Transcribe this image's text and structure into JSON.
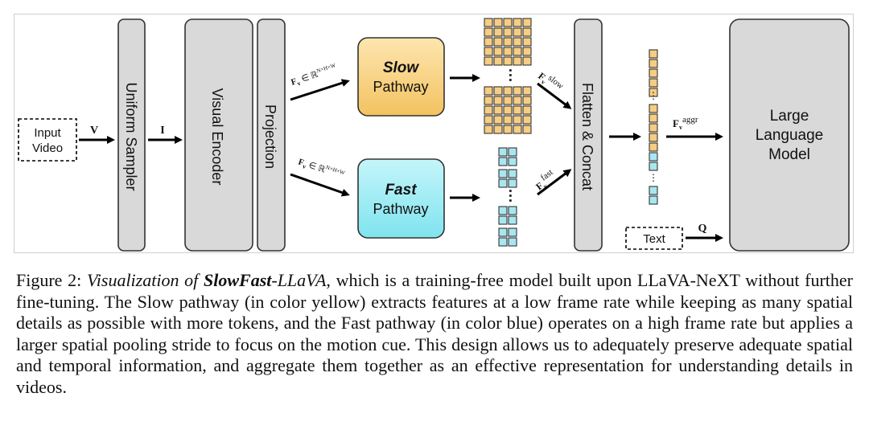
{
  "diagram": {
    "input_video": [
      "Input",
      "Video"
    ],
    "label_v": "V",
    "uniform_sampler": "Uniform Sampler",
    "label_i": "I",
    "visual_encoder": "Visual Encoder",
    "projection": "Projection",
    "fv_upper": "F",
    "fv_sub": "v",
    "fv_upper_rest": "∈ ℝ",
    "fv_upper_sup": "N×H×W",
    "fv_lower_sup": "N×H×W",
    "slow_pathway": {
      "title": "Slow",
      "subtitle": "Pathway",
      "color": "#f5c96a"
    },
    "fast_pathway": {
      "title": "Fast",
      "subtitle": "Pathway",
      "color": "#8eeaf2"
    },
    "f_slow_sup": "slow",
    "f_fast_sup": "fast",
    "flatten_concat": "Flatten & Concat",
    "f_aggr_sup": "aggr",
    "text_box": "Text",
    "label_q": "Q",
    "llm": [
      "Large",
      "Language",
      "Model"
    ],
    "colors": {
      "yellow_token": "#f6cd83",
      "blue_token": "#a9e6ef",
      "block_gray": "#d9d9d9"
    }
  },
  "caption": {
    "prefix": "Figure 2: ",
    "title_a": "Visualization of ",
    "title_b": "Slow",
    "title_c": "Fast",
    "title_d": "-LLaVA",
    "body": ", which is a training-free model built upon LLaVA-NeXT without further fine-tuning. The Slow pathway (in color yellow) extracts features at a low frame rate while keeping as many spatial details as possible with more tokens, and the Fast pathway (in color blue) operates on a high frame rate but applies a larger spatial pooling stride to focus on the motion cue. This design allows us to adequately preserve adequate spatial and temporal information, and aggregate them together as an effective representation for understanding details in videos."
  }
}
